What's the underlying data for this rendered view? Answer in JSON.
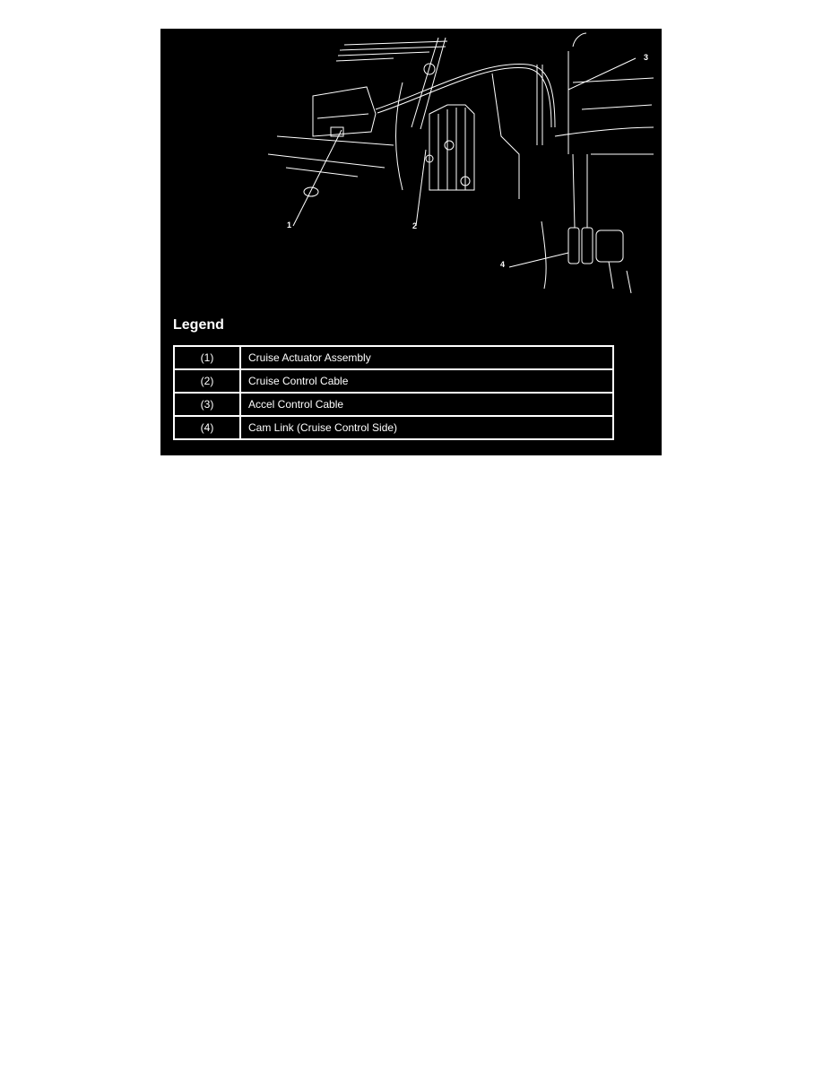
{
  "figure": {
    "callouts": [
      {
        "id": "1",
        "label": "1"
      },
      {
        "id": "2",
        "label": "2"
      },
      {
        "id": "3",
        "label": "3"
      },
      {
        "id": "4",
        "label": "4"
      }
    ],
    "legend": {
      "title": "Legend",
      "rows": [
        {
          "number": "(1)",
          "description": "Cruise Actuator Assembly"
        },
        {
          "number": "(2)",
          "description": "Cruise Control Cable"
        },
        {
          "number": "(3)",
          "description": "Accel Control Cable"
        },
        {
          "number": "(4)",
          "description": "Cam Link (Cruise Control Side)"
        }
      ]
    },
    "colors": {
      "background": "#000000",
      "linework": "#ffffff"
    }
  }
}
